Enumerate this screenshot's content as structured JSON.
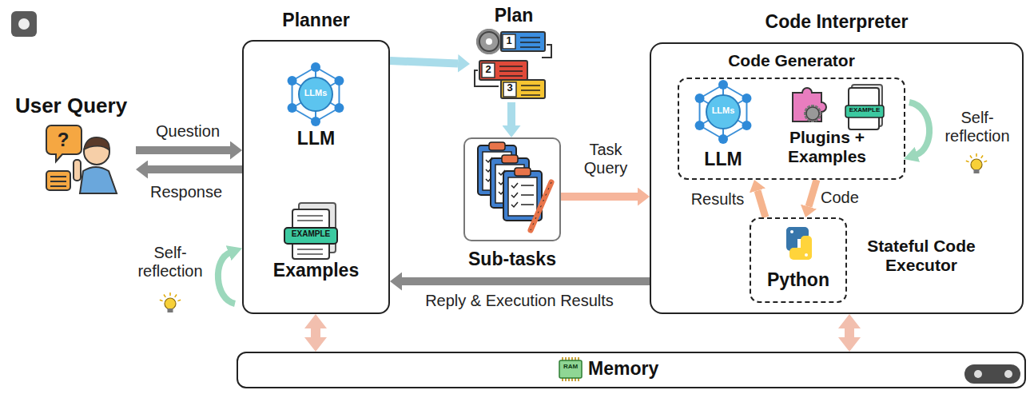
{
  "diagram": {
    "nodes": [
      {
        "text": [
          "User Query"
        ]
      },
      {
        "text": [
          "Planner",
          "LLM",
          "Examples"
        ]
      },
      {
        "text": [
          "Plan"
        ]
      },
      {
        "text": [
          "Sub-tasks"
        ]
      },
      {
        "text": [
          "Code Interpreter"
        ]
      },
      {
        "text": [
          "Code Generator",
          "LLM",
          "Plugins + Examples"
        ],
        "in": 4
      },
      {
        "text": [
          "Python",
          "Stateful Code Executor"
        ],
        "in": 4
      },
      {
        "text": [
          "Memory"
        ]
      }
    ],
    "edges": [
      {
        "from": 0,
        "to": 1,
        "label": "Question",
        "arrow": "to"
      },
      {
        "from": 1,
        "to": 0,
        "label": "Response",
        "arrow": "to"
      },
      {
        "from": 1,
        "to": 2,
        "arrow": "to"
      },
      {
        "from": 2,
        "to": 3,
        "arrow": "to"
      },
      {
        "from": 3,
        "to": 4,
        "label": "Task Query",
        "arrow": "to"
      },
      {
        "from": 4,
        "to": 1,
        "label": "Reply & Execution Results",
        "arrow": "to"
      },
      {
        "from": 5,
        "to": 6,
        "label": "Code",
        "arrow": "to"
      },
      {
        "from": 6,
        "to": 5,
        "label": "Results",
        "arrow": "to"
      },
      {
        "from": 1,
        "to": 7,
        "arrow": "both"
      },
      {
        "from": 4,
        "to": 7,
        "arrow": "both"
      }
    ],
    "labels": [
      "?",
      "LLMs",
      "EXAMPLE",
      "1",
      "2",
      "3",
      "Self-reflection",
      "LLMs",
      "EXAMPLE",
      "Self-reflection",
      "RAM"
    ]
  }
}
